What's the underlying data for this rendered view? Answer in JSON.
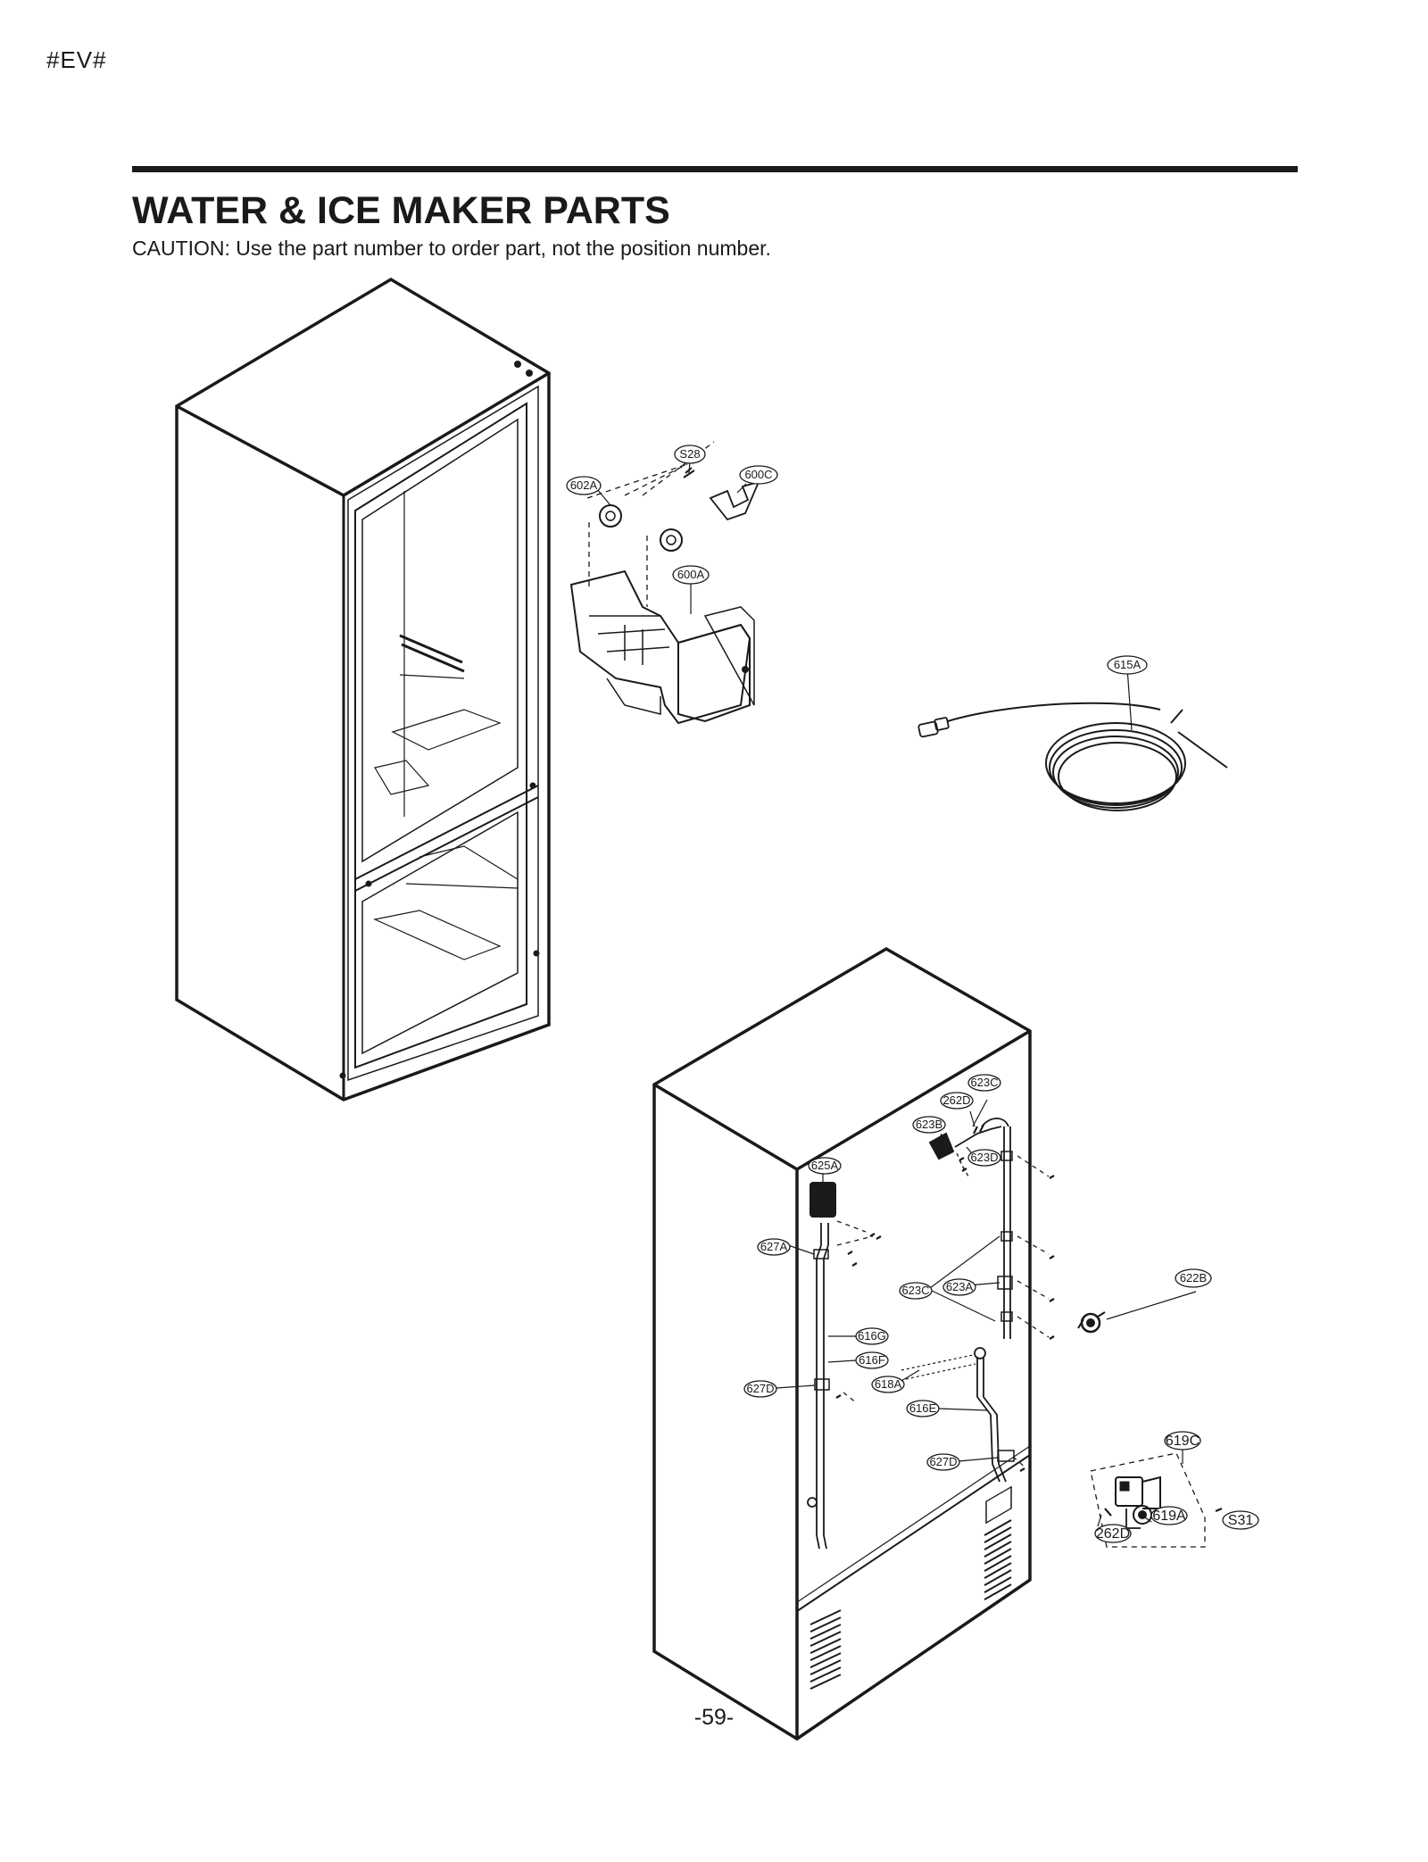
{
  "header": {
    "code": "#EV#"
  },
  "title": "WATER & ICE MAKER PARTS",
  "caution": "CAUTION: Use the part number to order part, not the position number.",
  "page_number": "-59-",
  "callouts": {
    "c602A": "602A",
    "cS28": "S28",
    "c600C": "600C",
    "c600A": "600A",
    "c615A": "615A",
    "c623C_top": "623C",
    "c262D_top": "262D",
    "c623B": "623B",
    "c623D": "623D",
    "c625A": "625A",
    "c627A": "627A",
    "c623C_mid": "623C",
    "c623A": "623A",
    "c622B": "622B",
    "c616G": "616G",
    "c616F": "616F",
    "c627D_left": "627D",
    "c618A": "618A",
    "c616E": "616E",
    "c627D_right": "627D",
    "c619C": "619C",
    "c619A": "619A",
    "c262D_bottom": "262D",
    "cS31": "S31"
  }
}
